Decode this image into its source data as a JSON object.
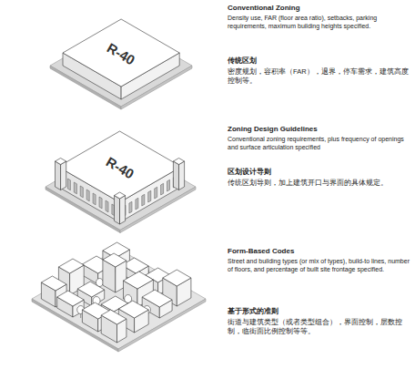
{
  "diagram": {
    "nodes": [
      {
        "text": [
          "R-40"
        ]
      },
      {
        "text": [
          "R-40"
        ]
      }
    ],
    "labels": [
      "Conventional Zoning",
      "Density use, FAR (floor area ratio), setbacks, parking requirements, maximum building heights specified.",
      "传统区划",
      "密度规划，容积率（FAR），退界，停车需求，建筑高度控制等。",
      "Zoning Design Guidelines",
      "Conventional zoning requirements, plus frequency of openings and surface articulation specified",
      "区划设计导则",
      "传统区划导则，加上建筑开口与界面的具体规定。",
      "Form-Based Codes",
      "Street and building types (or mix of types), build-to lines, number of floors, and percentage of built site frontage specified.",
      "基于形式的准则",
      "街道与建筑类型（或者类型组合），界面控制，层数控制，临街面比例控制等等。"
    ]
  }
}
